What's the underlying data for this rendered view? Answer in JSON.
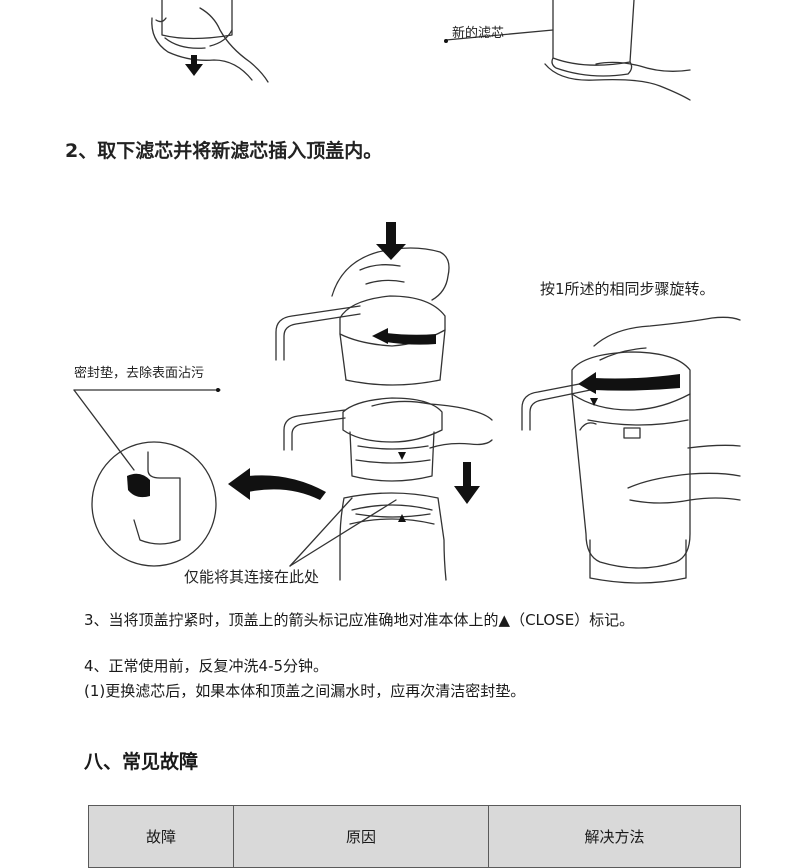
{
  "callouts": {
    "new_filter": "新的滤芯",
    "same_steps": "按1所述的相同步骤旋转。",
    "gasket": "密封垫，去除表面沾污",
    "connect_only": "仅能将其连接在此处"
  },
  "step2": {
    "text": "2、取下滤芯并将新滤芯插入顶盖内。"
  },
  "step3": {
    "text": "3、当将顶盖拧紧时，顶盖上的箭头标记应准确地对准本体上的▲（CLOSE）标记。"
  },
  "step4": {
    "text": "4、正常使用前，反复冲洗4-5分钟。",
    "note": "(1)更换滤芯后，如果本体和顶盖之间漏水时，应再次清洁密封垫。"
  },
  "section8": {
    "title": "八、常见故障"
  },
  "table": {
    "headers": [
      "故障",
      "原因",
      "解决方法"
    ]
  }
}
